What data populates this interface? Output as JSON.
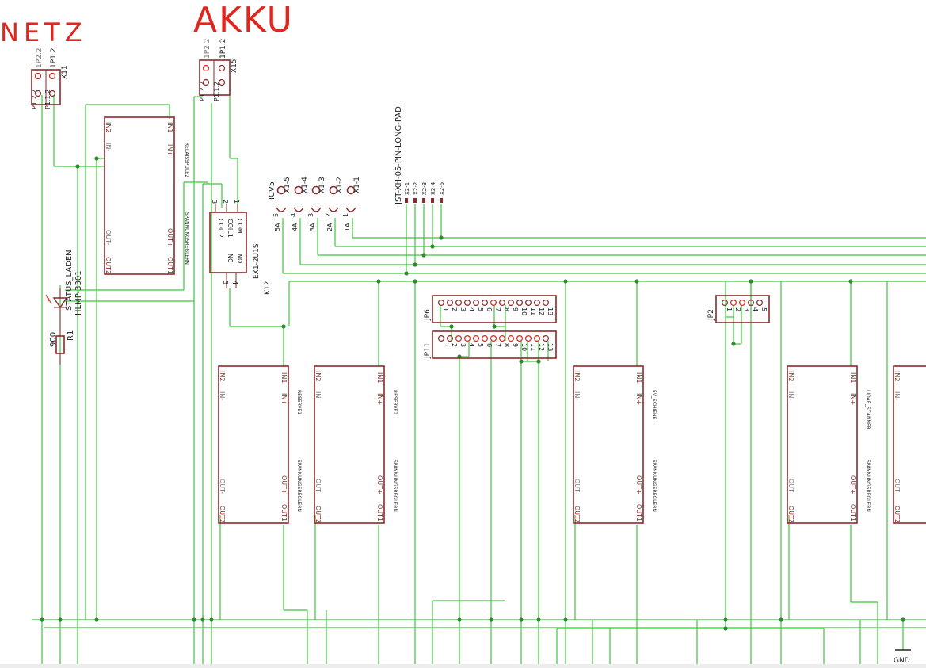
{
  "annotations": {
    "netz": "NETZ",
    "akku": "AKKU"
  },
  "connector_netz": {
    "name": "X11",
    "pins": [
      "1P2.2",
      "1P1.2"
    ],
    "pin_labels": [
      "P1.2.2",
      "P1.1.2"
    ]
  },
  "connector_akku": {
    "name": "X15",
    "pins": [
      "1P2.2",
      "1P1.2"
    ],
    "pin_labels": [
      "P1.2.2",
      "P1.1.2"
    ]
  },
  "regulator_top": {
    "pins": {
      "in2": "IN2",
      "in_minus": "IN-",
      "in1": "IN1",
      "in_plus": "IN+",
      "out_minus": "OUT-",
      "out_plus": "OUT+",
      "out2": "OUT2",
      "out1": "OUT1"
    },
    "name": "RELAISSPULE2",
    "value": "SPANNUNGSREGLERN"
  },
  "relay": {
    "pins": [
      "COIL2",
      "COIL1",
      "COM",
      "NC",
      "NO"
    ],
    "pin_numbers": [
      "3",
      "2",
      "1",
      "5",
      "4"
    ],
    "name": "K12",
    "value": "EX1-2U1S"
  },
  "led": {
    "name": "STATUS_LADEN",
    "value": "HLMP-3301"
  },
  "resistor": {
    "name": "R1",
    "value": "900"
  },
  "screw_terminal": {
    "name": "ICV5",
    "pins": [
      "X1-5",
      "X1-4",
      "X1-3",
      "X1-2",
      "X1-1"
    ],
    "numbers": [
      "5",
      "4",
      "3",
      "2",
      "1"
    ],
    "labels": [
      "5A",
      "4A",
      "3A",
      "2A",
      "1A"
    ]
  },
  "jst_header": {
    "name": "JST-XH-05-PIN-LONG-PAD",
    "pins": [
      "X2-1",
      "X2-2",
      "X2-3",
      "X2-4",
      "X2-5"
    ]
  },
  "jp6": {
    "name": "JP6",
    "pins": [
      "1",
      "2",
      "3",
      "4",
      "5",
      "6",
      "7",
      "8",
      "9",
      "10",
      "11",
      "12",
      "13"
    ]
  },
  "jp11": {
    "name": "JP11",
    "pins": [
      "1",
      "2",
      "3",
      "4",
      "5",
      "6",
      "7",
      "8",
      "9",
      "10",
      "11",
      "12",
      "13"
    ]
  },
  "jp2": {
    "name": "JP2",
    "pins": [
      "1",
      "2",
      "3",
      "4",
      "5"
    ]
  },
  "regulators_bottom": [
    {
      "name": "RESERVE1",
      "value": "SPANNUNGSREGLERN"
    },
    {
      "name": "RESERVE2",
      "value": "SPANNUNGSREGLERN"
    },
    {
      "name": "5V_SCHIENE",
      "value": "SPANNUNGSREGLERN"
    },
    {
      "name": "LIDAR_SCANNER",
      "value": "SPANNUNGSREGLERN"
    },
    {
      "name": "",
      "value": ""
    }
  ],
  "gnd": {
    "label": "GND"
  },
  "colors": {
    "wire": "#3cc83c",
    "part": "#8b2a2a",
    "annotation": "#e0261e"
  }
}
